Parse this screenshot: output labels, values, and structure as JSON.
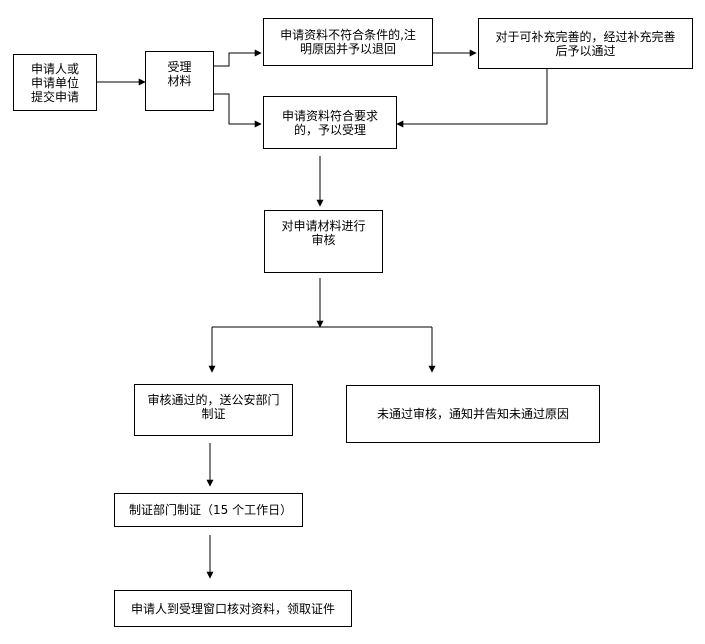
{
  "diagram": {
    "nodes": {
      "applicant": "申请人或\n申请单位\n提交申请",
      "accept_materials": "受理\n材料",
      "not_compliant": "申请资料不符合条件的,注\n明原因并予以退回",
      "supplement": "对于可补充完善的，经过补充完善\n后予以通过",
      "compliant": "申请资料符合要求\n的，予以受理",
      "review": "对申请材料进行\n审核",
      "passed": "审核通过的，送公安部门\n制证",
      "failed": "未通过审核，通知并告知未通过原因",
      "issue_cert": "制证部门制证（15 个工作日）",
      "collect": "申请人到受理窗口核对资料，领取证件"
    }
  }
}
